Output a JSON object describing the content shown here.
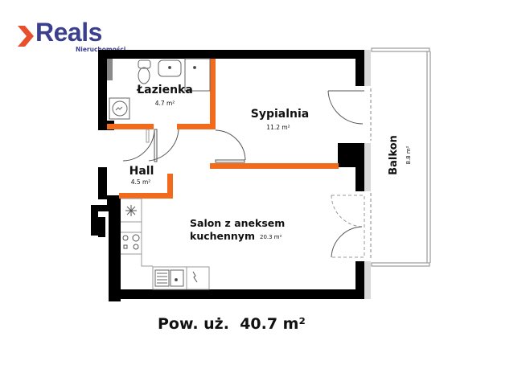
{
  "brand": {
    "name": "Reals",
    "subtitle": "Nieruchomości",
    "accent_color": "#e8502d",
    "text_color": "#3b3f8c"
  },
  "floor_plan": {
    "wall_color": "#000000",
    "partition_color": "#f26b1d",
    "rooms": [
      {
        "id": "lazienka",
        "name": "Łazienka",
        "area": "4.7 m²"
      },
      {
        "id": "sypialnia",
        "name": "Sypialnia",
        "area": "11.2 m²"
      },
      {
        "id": "hall",
        "name": "Hall",
        "area": "4.5 m²"
      },
      {
        "id": "salon",
        "name_line1": "Salon z aneksem",
        "name_line2": "kuchennym",
        "area": "20.3 m²"
      },
      {
        "id": "balkon",
        "name": "Balkon",
        "area": "8.8 m²"
      }
    ],
    "fixtures": [
      "toilet",
      "sink",
      "shower",
      "washing-machine",
      "fridge",
      "stove",
      "kitchen-sink",
      "dishwasher"
    ]
  },
  "summary": {
    "label": "Pow. uż.",
    "value": "40.7 m²"
  }
}
